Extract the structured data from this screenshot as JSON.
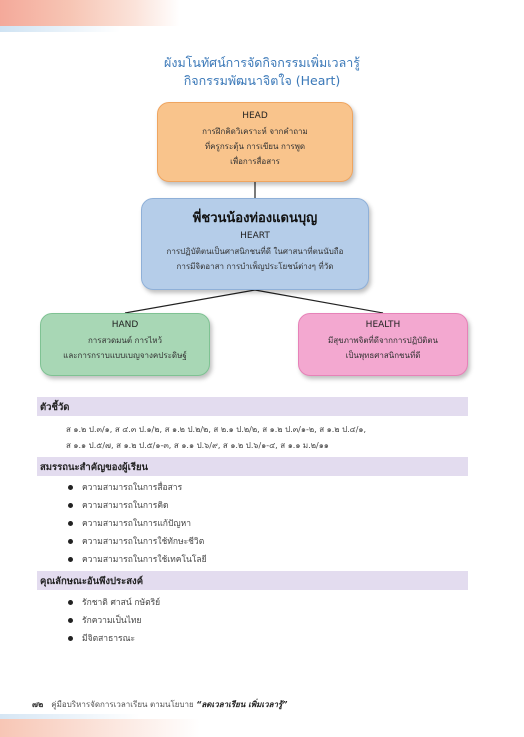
{
  "title": {
    "line1": "ผังมโนทัศน์การจัดกิจกรรมเพิ่มเวลารู้",
    "line2": "กิจกรรมพัฒนาจิตใจ (Heart)"
  },
  "diagram": {
    "head": {
      "heading": "HEAD",
      "lines": [
        "การฝึกคิดวิเคราะห์ จากคำถาม",
        "ที่ครูกระตุ้น การเขียน การพูด",
        "เพื่อการสื่อสาร"
      ]
    },
    "heart": {
      "title": "พี่ชวนน้องท่องแดนบุญ",
      "heading": "HEART",
      "lines": [
        "การปฏิบัติตนเป็นศาสนิกชนที่ดี ในศาสนาที่ตนนับถือ",
        "การมีจิตอาสา การบำเพ็ญประโยชน์ต่างๆ ที่วัด"
      ]
    },
    "hand": {
      "heading": "HAND",
      "lines": [
        "การสวดมนต์ การไหว้",
        "และการกราบแบบเบญจางคประดิษฐ์"
      ]
    },
    "health": {
      "heading": "HEALTH",
      "lines": [
        "มีสุขภาพจิตที่ดีจากการปฏิบัติตน",
        "เป็นพุทธศาสนิกชนที่ดี"
      ]
    }
  },
  "indicators": {
    "heading": "ตัวชี้วัด",
    "lines": [
      "ส ๑.๒ ป.๓/๑, ส ๔.๓ ป.๑/๒, ส ๑.๒ ป.๒/๒, ส ๒.๑ ป.๒/๒, ส ๑.๒ ป.๓/๑-๒, ส ๑.๒ ป.๔/๑,",
      "ส ๑.๑ ป.๕/๗, ส ๑.๒ ป.๕/๑-๓, ส ๑.๑ ป.๖/๙, ส ๑.๒ ป.๖/๑-๔, ส ๑.๑ ม.๒/๑๑"
    ]
  },
  "competencies": {
    "heading": "สมรรถนะสำคัญของผู้เรียน",
    "items": [
      "ความสามารถในการสื่อสาร",
      "ความสามารถในการคิด",
      "ความสามารถในการแก้ปัญหา",
      "ความสามารถในการใช้ทักษะชีวิต",
      "ความสามารถในการใช้เทคโนโลยี"
    ]
  },
  "attributes": {
    "heading": "คุณลักษณะอันพึงประสงค์",
    "items": [
      "รักชาติ ศาสน์ กษัตริย์",
      "รักความเป็นไทย",
      "มีจิตสาธารณะ"
    ]
  },
  "footer": {
    "page": "๗๒",
    "text": "คู่มือบริหารจัดการเวลาเรียน ตามนโยบาย ",
    "emphasis": "“ลดเวลาเรียน เพิ่มเวลารู้”"
  }
}
